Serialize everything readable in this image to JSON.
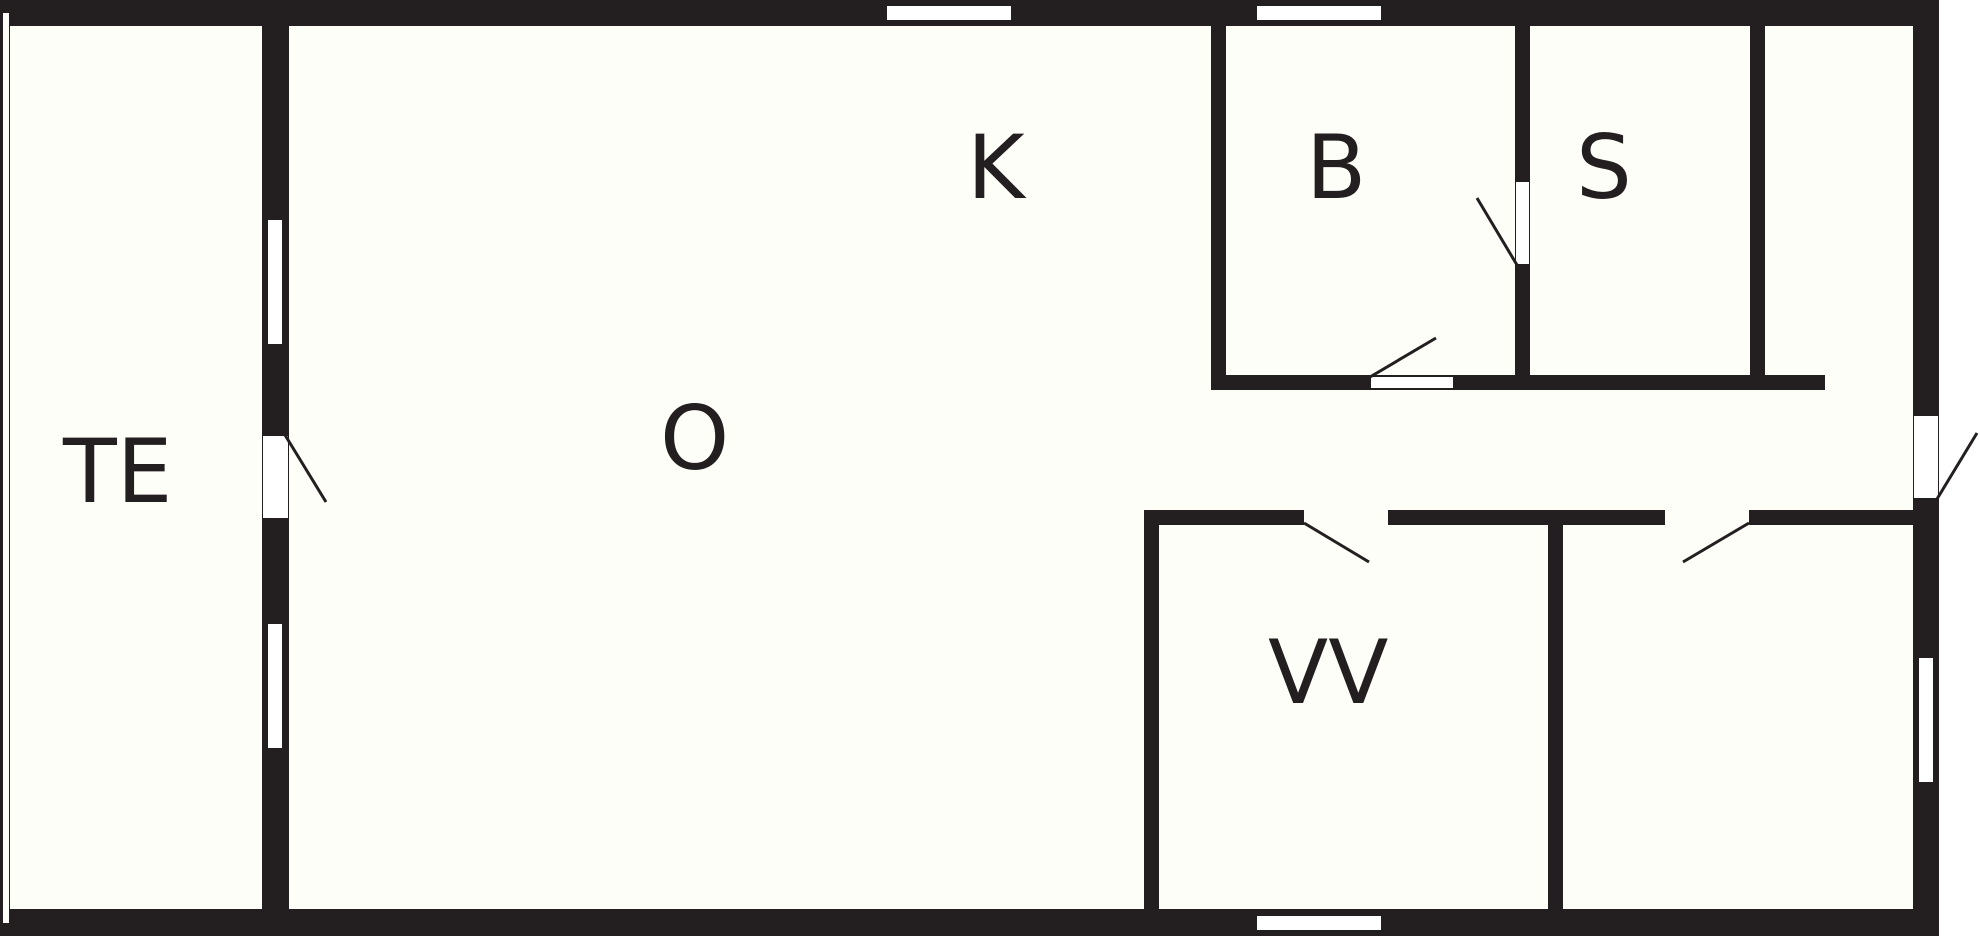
{
  "colors": {
    "wall": "#231f20",
    "floor": "#fefef9",
    "opening": "#ffffff",
    "background": "#ffffff"
  },
  "rooms": {
    "te": {
      "label": "TE"
    },
    "o": {
      "label": "O"
    },
    "k": {
      "label": "K"
    },
    "b": {
      "label": "B"
    },
    "s": {
      "label": "S"
    },
    "vv": {
      "label": "VV"
    }
  }
}
